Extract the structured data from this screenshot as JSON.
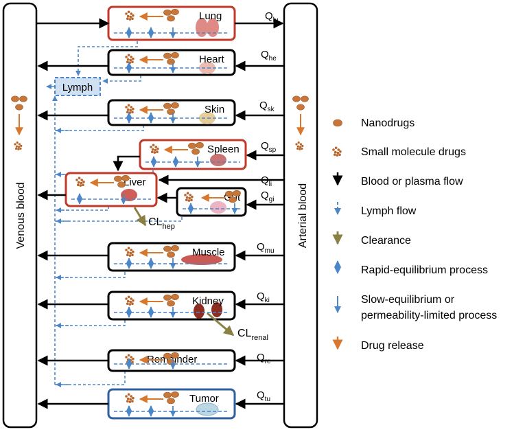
{
  "columns": {
    "venous": "Venous blood",
    "arterial": "Arterial blood"
  },
  "lymph_label": "Lymph",
  "organs": [
    {
      "id": "lung",
      "label": "Lung",
      "flow": "Q",
      "sub": "lu",
      "frame": "red",
      "icon": "lung-icon"
    },
    {
      "id": "heart",
      "label": "Heart",
      "flow": "Q",
      "sub": "he",
      "frame": "black",
      "icon": "heart-icon"
    },
    {
      "id": "skin",
      "label": "Skin",
      "flow": "Q",
      "sub": "sk",
      "frame": "black",
      "icon": "skin-icon"
    },
    {
      "id": "spleen",
      "label": "Spleen",
      "flow": "Q",
      "sub": "sp",
      "frame": "red",
      "icon": "spleen-icon"
    },
    {
      "id": "liver",
      "label": "Liver",
      "flow": "Q",
      "sub": "li",
      "frame": "red",
      "icon": "liver-icon"
    },
    {
      "id": "gut",
      "label": "Gut",
      "flow": "Q",
      "sub": "gi",
      "frame": "black",
      "icon": "gut-icon"
    },
    {
      "id": "muscle",
      "label": "Muscle",
      "flow": "Q",
      "sub": "mu",
      "frame": "black",
      "icon": "muscle-icon"
    },
    {
      "id": "kidney",
      "label": "Kidney",
      "flow": "Q",
      "sub": "ki",
      "frame": "black",
      "icon": "kidney-icon"
    },
    {
      "id": "remainder",
      "label": "Remainder",
      "flow": "Q",
      "sub": "re",
      "frame": "black",
      "icon": ""
    },
    {
      "id": "tumor",
      "label": "Tumor",
      "flow": "Q",
      "sub": "tu",
      "frame": "blue",
      "icon": "tumor-icon"
    }
  ],
  "clearances": [
    {
      "id": "hep",
      "main": "CL",
      "sub": "hep"
    },
    {
      "id": "renal",
      "main": "CL",
      "sub": "renal"
    }
  ],
  "legend": [
    {
      "symbol": "nanodrug-icon",
      "label": "Nanodrugs"
    },
    {
      "symbol": "small-molecule-icon",
      "label": "Small molecule drugs"
    },
    {
      "symbol": "black-arrow-icon",
      "label": "Blood or plasma flow"
    },
    {
      "symbol": "dashed-blue-arrow-icon",
      "label": "Lymph flow"
    },
    {
      "symbol": "olive-arrow-icon",
      "label": "Clearance"
    },
    {
      "symbol": "double-blue-arrow-icon",
      "label": "Rapid-equilibrium process"
    },
    {
      "symbol": "blue-arrow-icon",
      "label": "Slow-equilibrium or",
      "label2": "permeability-limited process"
    },
    {
      "symbol": "orange-arrow-icon",
      "label": "Drug release"
    }
  ],
  "colors": {
    "red_frame": "#c0392b",
    "blue_frame": "#2e5f9e",
    "black": "#000000",
    "blue": "#4a86c8",
    "orange": "#d9782d",
    "olive": "#8a8043",
    "nanodrug": "#c8773a",
    "lymph_fill": "#cfe0f3"
  }
}
